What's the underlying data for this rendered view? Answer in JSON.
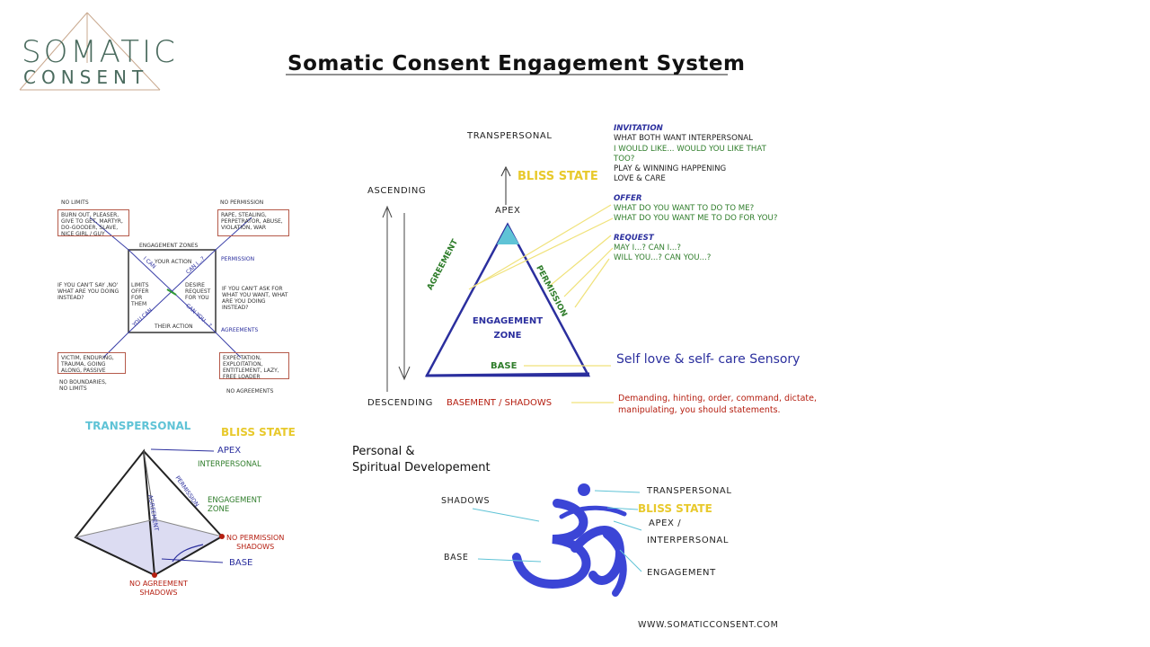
{
  "logo": {
    "line1": "SOMATIC",
    "line2": "CONSENT"
  },
  "title": "Somatic Consent Engagement System",
  "footer": "WWW.SOMATICCONSENT.COM",
  "main_triangle": {
    "transpersonal": "TRANSPERSONAL",
    "bliss_state": "BLISS STATE",
    "ascending": "ASCENDING",
    "descending": "DESCENDING",
    "apex": "APEX",
    "agreement": "AGREEMENT",
    "permission": "PERMISSION",
    "engagement_zone_1": "ENGAGEMENT",
    "engagement_zone_2": "ZONE",
    "base": "BASE",
    "basement": "BASEMENT / SHADOWS",
    "self_love": "Self love & self- care Sensory",
    "demanding_1": "Demanding, hinting, order, command, dictate,",
    "demanding_2": "manipulating, you should statements."
  },
  "notes": {
    "invitation_head": "INVITATION",
    "invitation_1": "WHAT BOTH WANT INTERPERSONAL",
    "invitation_2": "I WOULD LIKE... WOULD YOU LIKE THAT",
    "invitation_3": "TOO?",
    "invitation_4": "PLAY & WINNING HAPPENING",
    "invitation_5": "LOVE & CARE",
    "offer_head": "OFFER",
    "offer_1": "WHAT DO YOU WANT TO DO  TO  ME?",
    "offer_2": "WHAT DO YOU WANT ME TO DO FOR YOU?",
    "request_head": "REQUEST",
    "request_1": "MAY I...?     CAN I...?",
    "request_2": "WILL YOU...?   CAN YOU...?"
  },
  "zones": {
    "no_limits": "NO LIMITS",
    "no_permission": "NO PERMISSION",
    "burnout": "BURN OUT, PLEASER, GIVE TO GET, MARTYR, DO-GOODER, SLAVE, NICE GIRL / GUY",
    "rape": "RAPE, STEALING, PERPETRATOR, ABUSE, VIOLATION, WAR",
    "engagement_zones": "ENGAGEMENT ZONES",
    "your_action": "YOUR ACTION",
    "their_action": "THEIR ACTION",
    "i_can": "I CAN",
    "can_i": "CAN I...?",
    "you_can": "YOU CAN",
    "can_you": "CAN YOU...?",
    "limits": "LIMITS OFFER FOR THEM",
    "desire": "DESIRE REQUEST FOR YOU",
    "permission": "PERMISSION",
    "agreements": "AGREEMENTS",
    "cant_say_no": "IF YOU CAN'T SAY ,NO' WHAT ARE YOU DOING INSTEAD?",
    "cant_ask": "IF YOU CAN'T ASK FOR WHAT YOU WANT, WHAT ARE YOU DOING INSTEAD?",
    "victim": "VICTIM, ENDURING, TRAUMA, GOING ALONG, PASSIVE",
    "expectation": "EXPECTATION, EXPLOITATION, ENTITLEMENT, LAZY, FREE LOADER",
    "no_boundaries": "NO BOUNDARIES, NO LIMITS",
    "no_agreements": "NO AGREEMENTS"
  },
  "pyramid": {
    "transpersonal": "TRANSPERSONAL",
    "bliss_state": "BLISS STATE",
    "apex": "APEX",
    "interpersonal": "INTERPERSONAL",
    "permission": "PERMISSION",
    "agreement": "AGREEMENT",
    "engagement_zone_1": "ENGAGEMENT",
    "engagement_zone_2": "ZONE",
    "no_permission_1": "NO PERMISSION",
    "no_permission_2": "SHADOWS",
    "base": "BASE",
    "no_agreement_1": "NO AGREEMENT",
    "no_agreement_2": "SHADOWS"
  },
  "om": {
    "heading_1": "Personal &",
    "heading_2": "Spiritual Developement",
    "shadows": "SHADOWS",
    "base": "BASE",
    "transpersonal": "TRANSPERSONAL",
    "bliss_state": "BLISS STATE",
    "apex": "APEX /",
    "interpersonal": "INTERPERSONAL",
    "engagement": "ENGAGEMENT"
  },
  "colors": {
    "blue": "#2b2f9e",
    "green": "#2f7d2b",
    "yellow": "#e8c92c",
    "red": "#b51e10",
    "cyan": "#5fc3d6",
    "logo": "#4a6b5e"
  }
}
